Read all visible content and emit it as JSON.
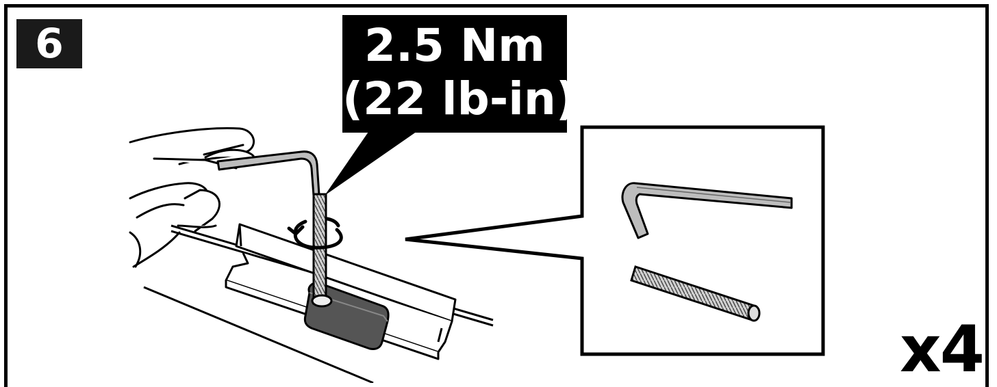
{
  "step": {
    "number": "6"
  },
  "torque": {
    "line1": "2.5 Nm",
    "line2": "(22 lb-in)"
  },
  "quantity": {
    "label": "x4"
  },
  "detail": {
    "parts": [
      "hex-key",
      "threaded-rod"
    ]
  },
  "colors": {
    "badge_bg": "#1a1a1a",
    "label_bg": "#000000",
    "part_gray": "#b8b8b8",
    "clamp_dark": "#555555"
  }
}
